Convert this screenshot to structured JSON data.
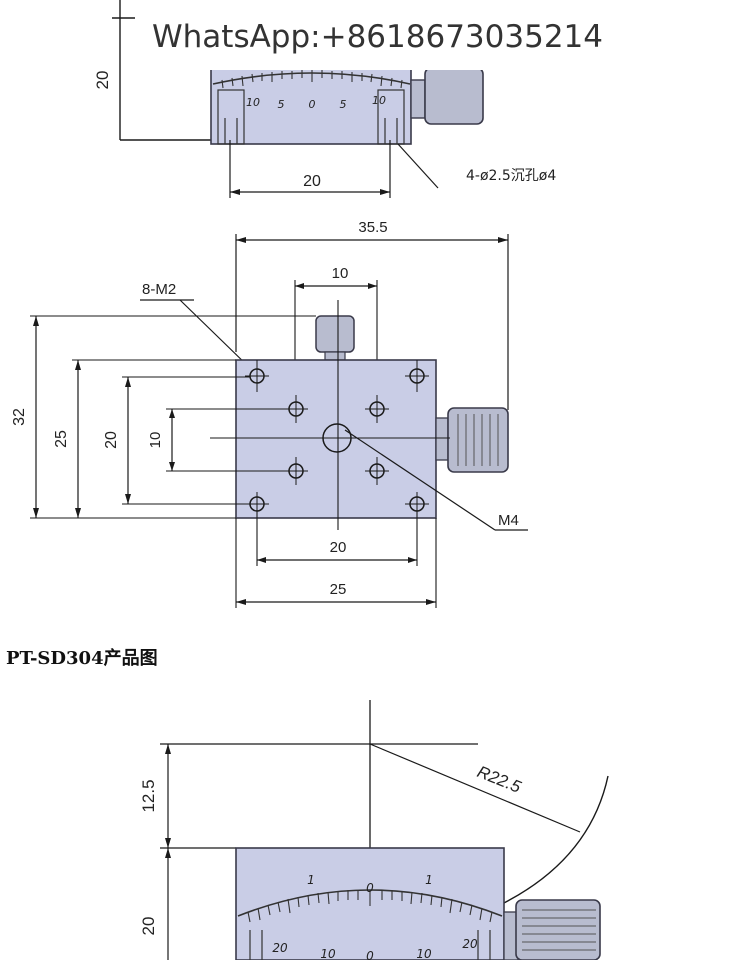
{
  "watermark": "WhatsApp:+8618673035214",
  "top_view": {
    "height_label": "20",
    "width_label": "20",
    "hole_note": "4-ø2.5沉孔ø4",
    "scale_ticks": [
      "10",
      "5",
      "0",
      "5",
      "10"
    ]
  },
  "plan_view": {
    "overall_width": "35.5",
    "knob_spacing": "10",
    "thread_label": "8-M2",
    "height_32": "32",
    "height_25": "25",
    "height_20": "20",
    "height_10": "10",
    "center_thread": "M4",
    "hole_spacing_bottom": "20",
    "base_width": "25"
  },
  "section_title": "PT-SD304产品图",
  "bottom_view": {
    "height_12_5": "12.5",
    "height_20": "20",
    "radius": "R22.5",
    "upper_marks": [
      "1",
      "0",
      "1"
    ],
    "scale_ticks": [
      "20",
      "10",
      "0",
      "10",
      "20"
    ]
  },
  "colors": {
    "stage_fill": "#c9cde6",
    "stage_stroke": "#3a3a4a",
    "knob_fill": "#b8bccf",
    "line": "#1a1a1a"
  }
}
